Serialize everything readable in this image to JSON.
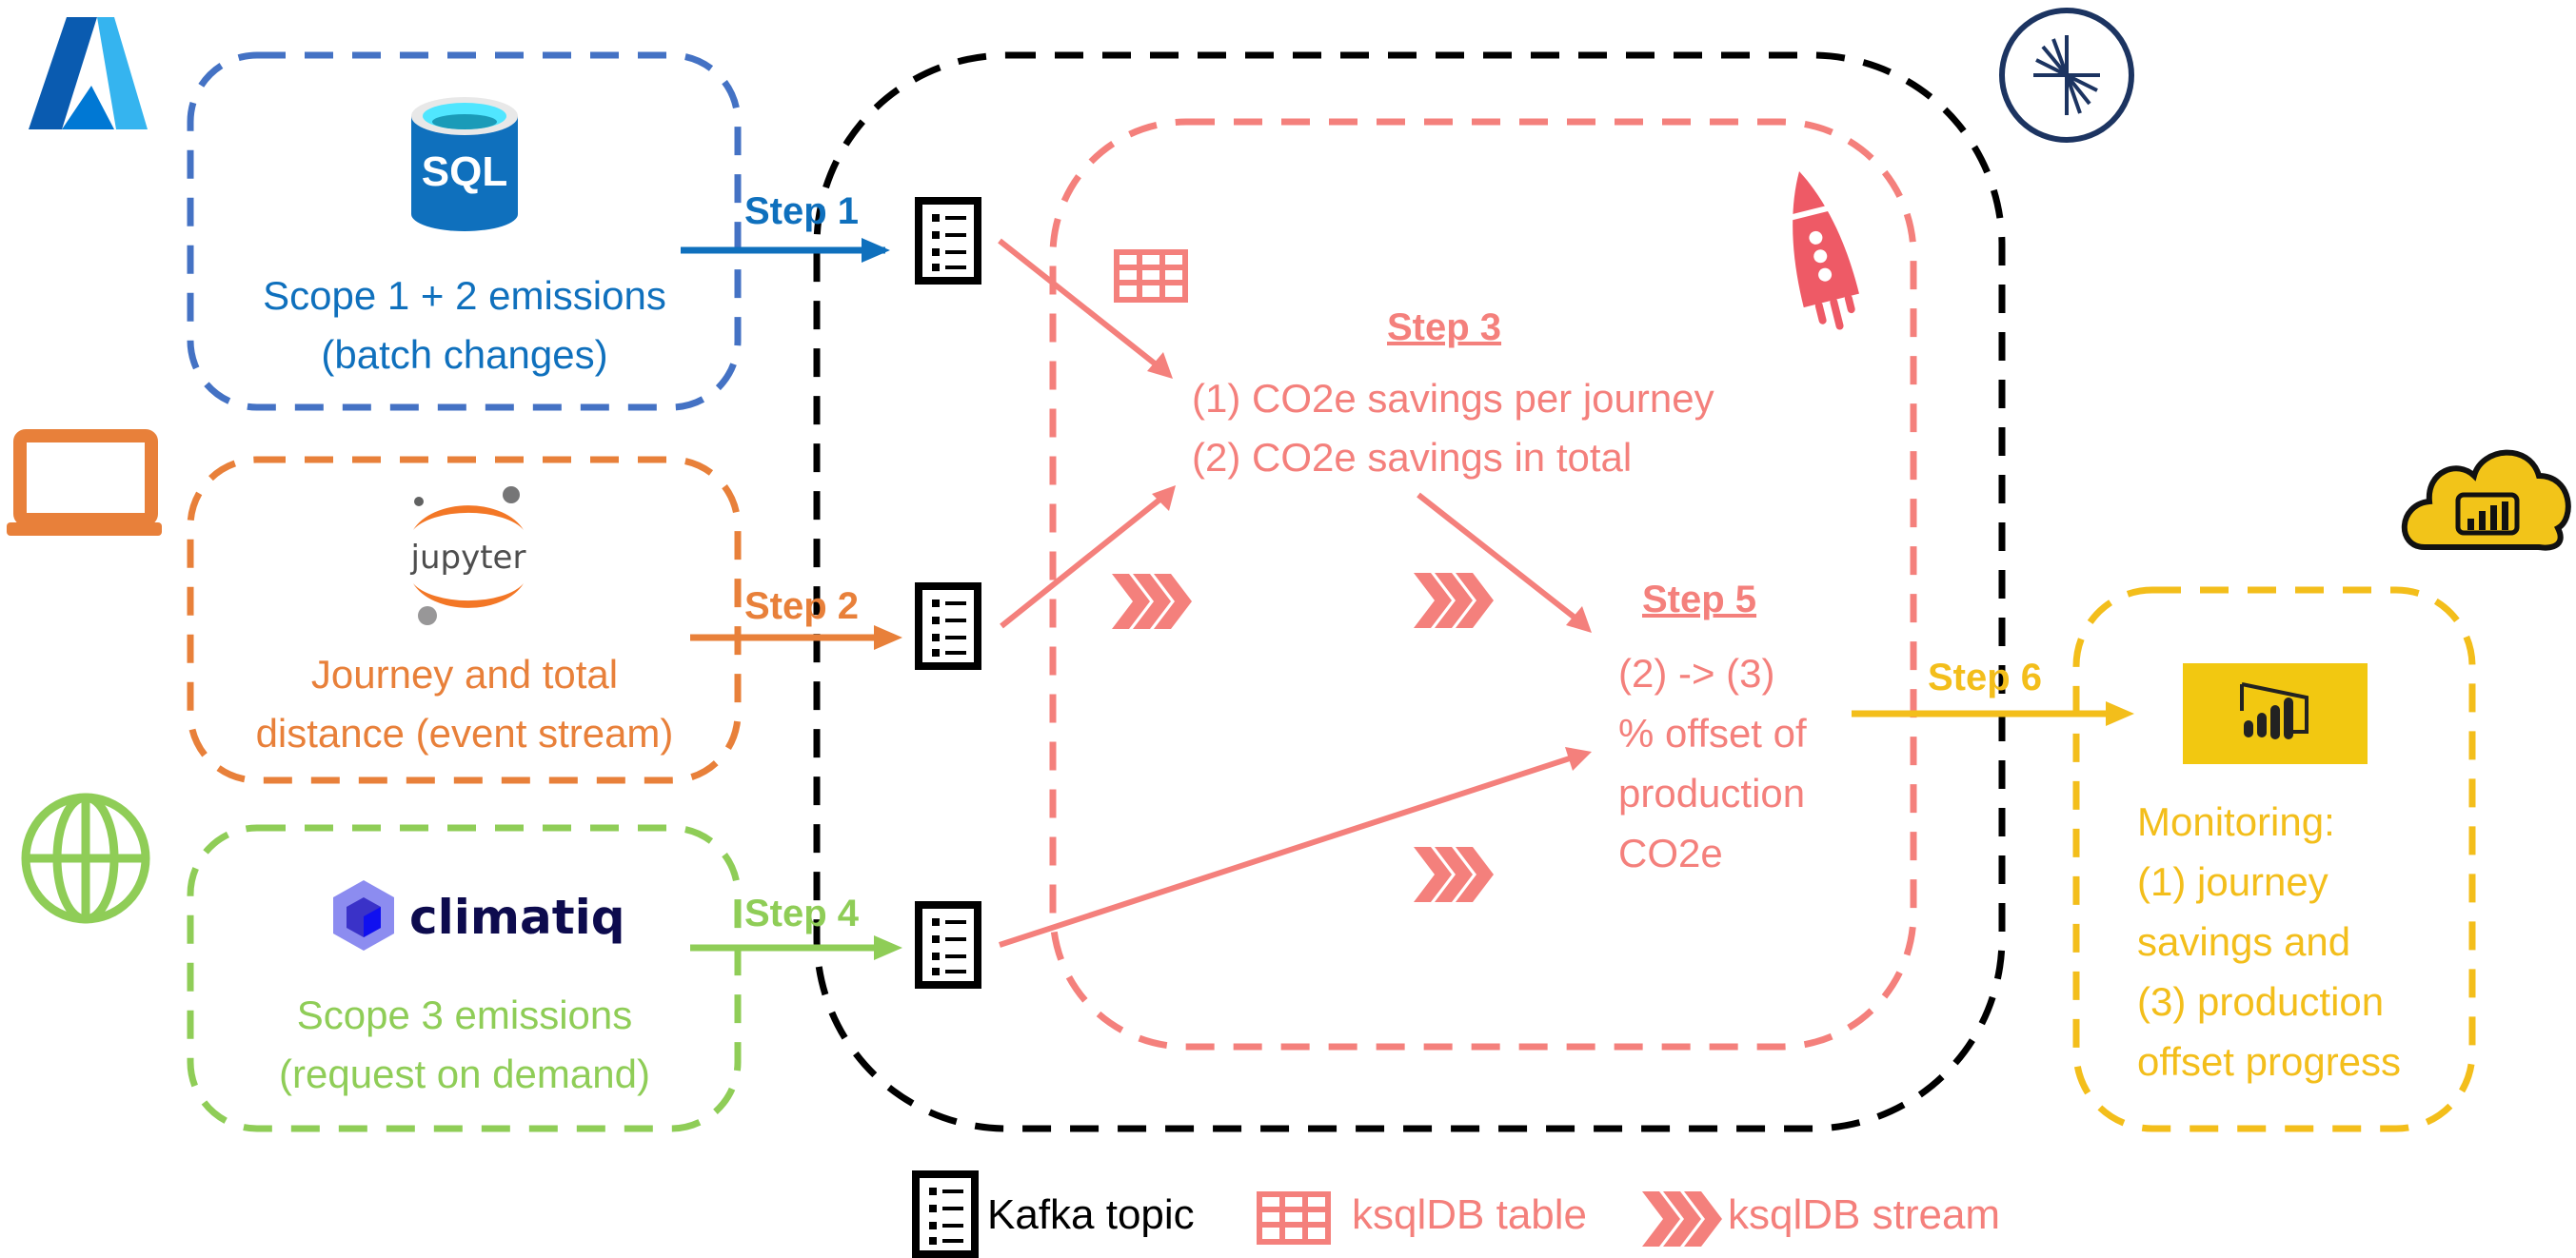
{
  "colors": {
    "blue": "#0f70bd",
    "blue_box": "#4472c4",
    "orange": "#e8803a",
    "green": "#8fcd57",
    "pink": "#f4807c",
    "yellow": "#f3be1b",
    "black": "#000000",
    "navy": "#1c3461"
  },
  "sources": [
    {
      "id": "sql",
      "platform_icon": "azure-logo-icon",
      "logo": "sql-database-icon",
      "logo_text": "SQL",
      "lines": [
        "Scope 1 + 2 emissions",
        "(batch changes)"
      ]
    },
    {
      "id": "jupyter",
      "platform_icon": "laptop-icon",
      "logo": "jupyter-logo-icon",
      "logo_text": "jupyter",
      "lines": [
        "Journey and total",
        "distance (event stream)"
      ]
    },
    {
      "id": "climatiq",
      "platform_icon": "globe-icon",
      "logo": "climatiq-logo-icon",
      "logo_text": "climatiq",
      "lines": [
        "Scope 3 emissions",
        "(request on demand)"
      ]
    }
  ],
  "steps": {
    "step1": "Step 1",
    "step2": "Step 2",
    "step3": "Step 3",
    "step4": "Step 4",
    "step5": "Step 5",
    "step6": "Step 6"
  },
  "step3_lines": [
    "(1) CO2e savings per journey",
    "(2) CO2e savings in total"
  ],
  "step5_lines": [
    "(2) -> (3)",
    "% offset of",
    "production",
    "CO2e"
  ],
  "monitoring_lines": [
    "Monitoring:",
    "(1) journey",
    "savings and",
    "(3) production",
    "offset progress"
  ],
  "legend": {
    "kafka_topic": "Kafka topic",
    "ksqldb_table": "ksqlDB table",
    "ksqldb_stream": "ksqlDB stream"
  },
  "icons": {
    "confluent": "confluent-logo-icon",
    "ksqldb": "rocket-icon",
    "power_bi_service": "power-bi-cloud-icon",
    "power_bi": "power-bi-logo-icon"
  }
}
